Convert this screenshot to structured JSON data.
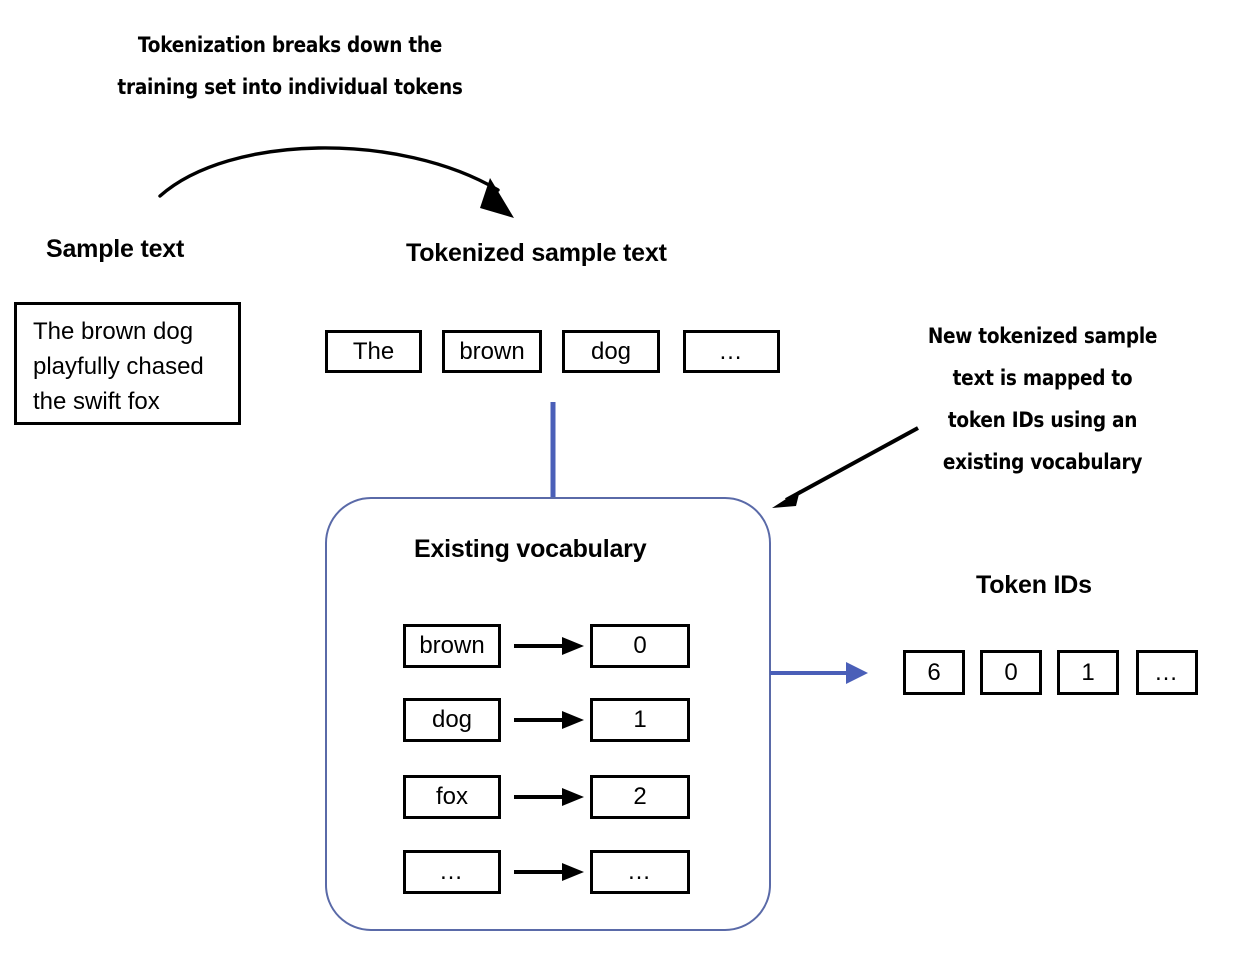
{
  "diagram": {
    "title_note": {
      "lines": [
        "Tokenization breaks down the",
        "training set into individual tokens"
      ]
    },
    "mapping_note": {
      "lines": [
        "New tokenized sample",
        "text is mapped to",
        "token IDs using an",
        "existing vocabulary"
      ]
    },
    "sections": {
      "sample_heading": "Sample text",
      "tokenized_heading": "Tokenized sample text",
      "vocabulary_heading": "Existing vocabulary",
      "token_ids_heading": "Token IDs"
    },
    "sample_text": "The brown dog playfully chased the swift fox",
    "tokens": [
      "The",
      "brown",
      "dog",
      "…"
    ],
    "vocabulary": [
      {
        "token": "brown",
        "id": "0"
      },
      {
        "token": "dog",
        "id": "1"
      },
      {
        "token": "fox",
        "id": "2"
      },
      {
        "token": "…",
        "id": "…"
      }
    ],
    "token_ids": [
      "6",
      "0",
      "1",
      "…"
    ],
    "colors": {
      "ink": "#000000",
      "connector_blue": "#4a5fb8",
      "panel_border": "#5a6aa8",
      "background": "#ffffff"
    }
  }
}
